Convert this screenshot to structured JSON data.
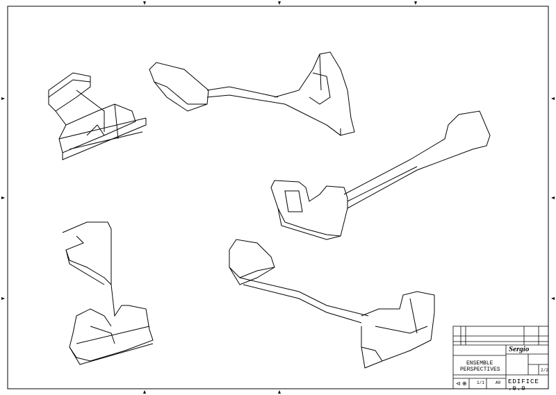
{
  "title_block": {
    "author": "Sergio",
    "title_line1": "ENSEMBLE",
    "title_line2": "PERSPECTIVES",
    "sheet": "1/1",
    "format": "A0",
    "drawing_number": "EDIFICE .0.0",
    "index": "2/2"
  }
}
